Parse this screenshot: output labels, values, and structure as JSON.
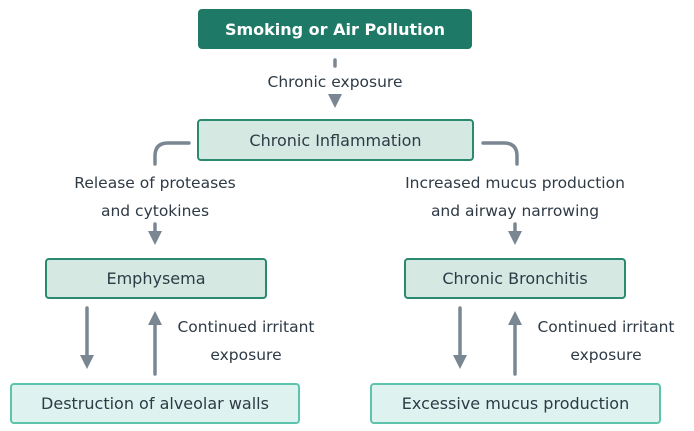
{
  "nodes": {
    "source": "Smoking or Air Pollution",
    "inflammation": "Chronic Inflammation",
    "emphysema": "Emphysema",
    "bronchitis": "Chronic Bronchitis",
    "destruction": "Destruction of alveolar walls",
    "mucus": "Excessive mucus production"
  },
  "edges": {
    "exposure": "Chronic exposure",
    "proteases_1": "Release of proteases",
    "proteases_2": "and cytokines",
    "mucus_1": "Increased mucus production",
    "mucus_2": "and airway narrowing",
    "continued_left_1": "Continued irritant",
    "continued_left_2": "exposure",
    "continued_right_1": "Continued irritant",
    "continued_right_2": "exposure"
  },
  "colors": {
    "primary": "#1e7a67",
    "node_fill": "#d5e8e2",
    "leaf_fill": "#def3ef",
    "arrow": "#7a8793"
  }
}
